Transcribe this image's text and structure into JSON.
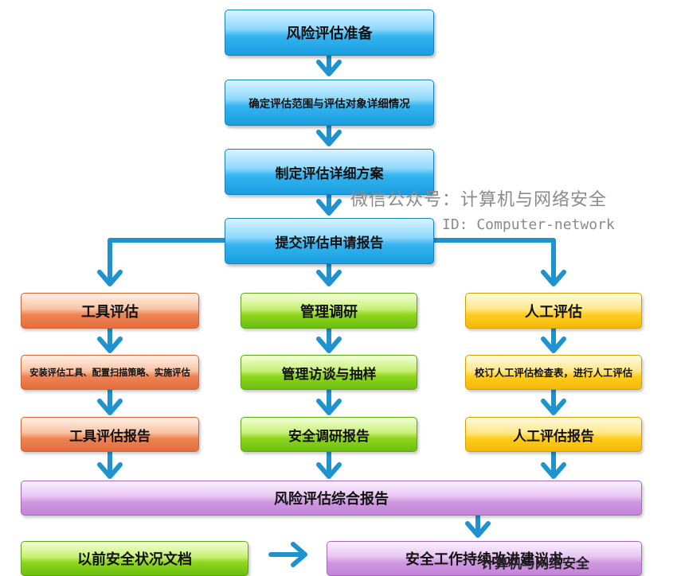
{
  "flow": {
    "step1": "风险评估准备",
    "step2": "确定评估范围与评估对象详细情况",
    "step3": "制定评估详细方案",
    "step4": "提交评估申请报告",
    "tool": {
      "header": "工具评估",
      "activity": "安装评估工具、配置扫描策略、实施评估",
      "report": "工具评估报告"
    },
    "management": {
      "header": "管理调研",
      "activity": "管理访谈与抽样",
      "report": "安全调研报告"
    },
    "manual": {
      "header": "人工评估",
      "activity": "校订人工评估检查表，进行人工评估",
      "report": "人工评估报告"
    },
    "summary": "风险评估综合报告",
    "previous_docs": "以前安全状况文档",
    "recommendation": "安全工作持续改进建议书"
  },
  "watermark": {
    "line1": "微信公众号：计算机与网络安全",
    "line2": "ID: Computer-network",
    "bottom": "计算机与网络安全"
  },
  "colors": {
    "blue": "#1a9ee0",
    "orange": "#e56d3b",
    "green": "#6cbf12",
    "yellow": "#f4b808",
    "purple": "#c483d9",
    "arrow": "#1f93cf"
  }
}
